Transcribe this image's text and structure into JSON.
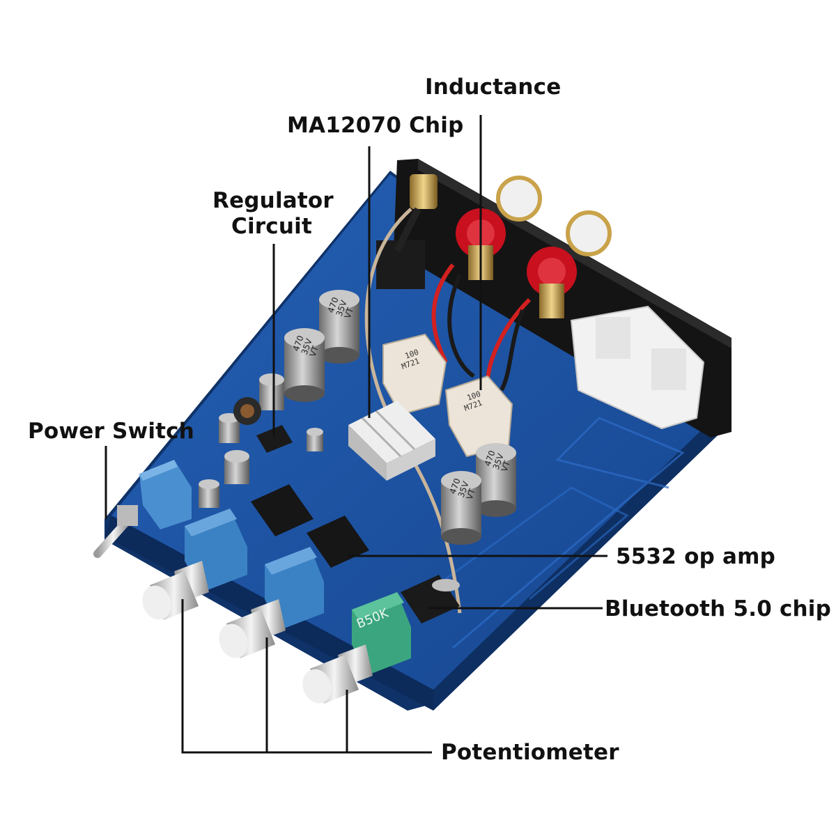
{
  "labels": {
    "inductance": "Inductance",
    "chip": "MA12070 Chip",
    "regulator_line1": "Regulator",
    "regulator_line2": "Circuit",
    "power_switch": "Power Switch",
    "op_amp": "5532 op amp",
    "bluetooth": "Bluetooth 5.0 chip",
    "potentiometer": "Potentiometer"
  },
  "component_markings": {
    "cap_large_1": [
      "470",
      "35V",
      "VT"
    ],
    "cap_large_2": [
      "470",
      "35V",
      "VT"
    ],
    "cap_large_3": [
      "470",
      "35V",
      "VT"
    ],
    "cap_large_4": [
      "470",
      "35V",
      "VT"
    ],
    "inductor_1": [
      "100",
      "M721"
    ],
    "inductor_2": [
      "100",
      "M721"
    ],
    "pot_green": "B50K"
  },
  "colors": {
    "pcb": "#1c4f9c",
    "pcb_dark": "#123a78",
    "panel": "#151515",
    "heatsink": "#dcdcdc",
    "red_terminal": "#c8101e",
    "pot_blue": "#3b82c4",
    "pot_green": "#3aa57e",
    "leader_line": "#111111"
  }
}
